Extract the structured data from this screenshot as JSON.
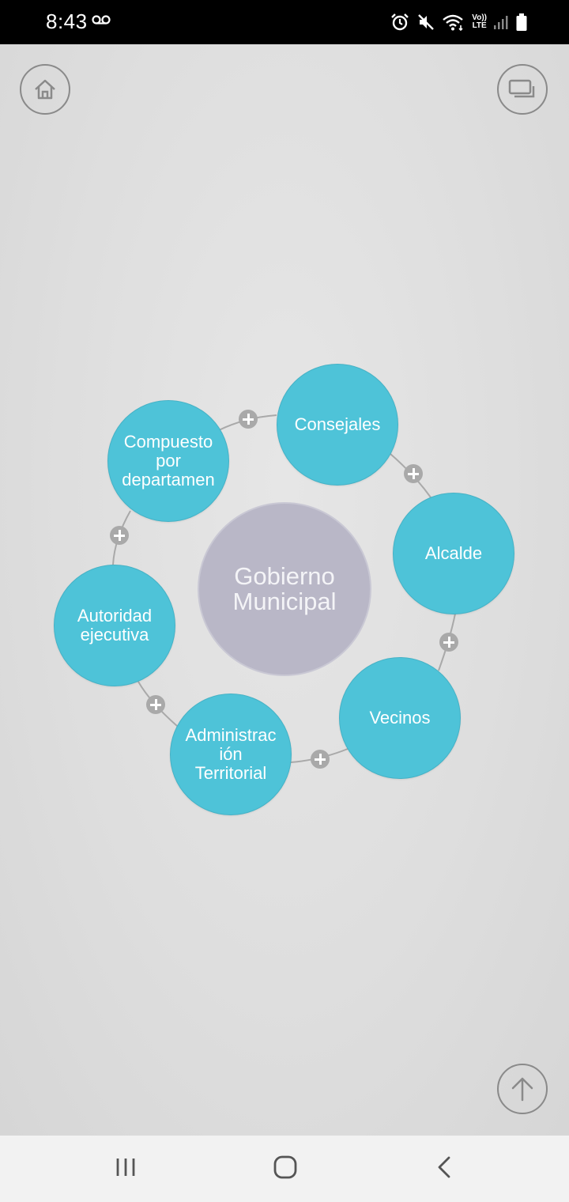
{
  "status_bar": {
    "time": "8:43",
    "icons": [
      "voicemail-icon",
      "alarm-icon",
      "mute-icon",
      "wifi-icon",
      "volte-lte-icon",
      "signal-icon",
      "battery-icon"
    ],
    "volte_top": "Vo))",
    "volte_bottom": "LTE"
  },
  "toolbar": {
    "home_icon": "home-icon",
    "overview_icon": "slides-overview-icon",
    "scroll_top_icon": "arrow-up-icon"
  },
  "diagram": {
    "center": {
      "label": "Gobierno\nMunicipal"
    },
    "nodes": [
      {
        "id": "consejales",
        "label": "Consejales"
      },
      {
        "id": "alcalde",
        "label": "Alcalde"
      },
      {
        "id": "vecinos",
        "label": "Vecinos"
      },
      {
        "id": "administracion",
        "label": "Administrac\nión\nTerritorial"
      },
      {
        "id": "autoridad",
        "label": "Autoridad\nejecutiva"
      },
      {
        "id": "compuesto",
        "label": "Compuesto\npor\ndepartamen"
      }
    ]
  },
  "colors": {
    "node_fill": "#4ec3d8",
    "center_fill": "#b9b7c7",
    "background": "#dcdcdc",
    "connector": "#a9a9a9"
  },
  "nav_bar": {
    "icons": [
      "recent-apps-icon",
      "home-nav-icon",
      "back-icon"
    ]
  }
}
